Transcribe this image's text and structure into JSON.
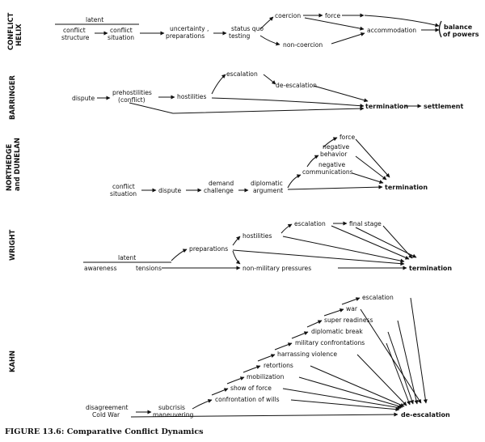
{
  "rows": {
    "conflict_helix": {
      "label": [
        "CONFLICT",
        "HELIX"
      ],
      "latent": "latent",
      "conflict_structure": [
        "conflict",
        "structure"
      ],
      "conflict_situation": [
        "conflict",
        "situation"
      ],
      "uncertainty": [
        "uncertainty ,",
        "preparations"
      ],
      "status_quo": [
        "status quo",
        "testing"
      ],
      "coercion": "coercion",
      "force": "force",
      "accommodation": "accommodation",
      "non_coercion": "non-coercion",
      "balance": [
        "balance",
        "of powers"
      ]
    },
    "barringer": {
      "label": "BARRINGER",
      "dispute": "dispute",
      "prehostilities": [
        "prehostilities",
        "(conflict)"
      ],
      "hostilities": "hostilities",
      "escalation": "escalation",
      "de_escalation": "de-escalation",
      "termination": "termination",
      "settlement": "settlement"
    },
    "northedge": {
      "label": [
        "NORTHEDGE",
        "and DUNELAN"
      ],
      "conflict_situation": [
        "conflict",
        "situation"
      ],
      "dispute": "dispute",
      "demand": [
        "demand",
        "challenge"
      ],
      "diplomatic": [
        "diplomatic",
        "argument"
      ],
      "negative_comm": [
        "negative",
        "communications"
      ],
      "negative_behavior": [
        "negative",
        "behavior"
      ],
      "force": "force",
      "termination": "termination"
    },
    "wright": {
      "label": "WRIGHT",
      "latent": "latent",
      "awareness": "awareness",
      "tensions": "tensions",
      "preparations": "preparations",
      "hostilities": "hostilities",
      "escalation": "escalation",
      "final_stage": "final stage",
      "non_military": "non-military pressures",
      "termination": "termination"
    },
    "kahn": {
      "label": "KAHN",
      "disagreement": [
        "disagreement",
        "Cold War"
      ],
      "subcrisis": [
        "subcrisis",
        "maneuvering"
      ],
      "steps": [
        "confrontation of wills",
        "show of force",
        "mobilization",
        "retortions",
        "harrassing violence",
        "military confrontations",
        "diplomatic break",
        "super readiness",
        "war",
        "escalation"
      ],
      "de_escalation": "de-escalation"
    }
  },
  "caption": "FIGURE 13.6: Comparative Conflict Dynamics"
}
